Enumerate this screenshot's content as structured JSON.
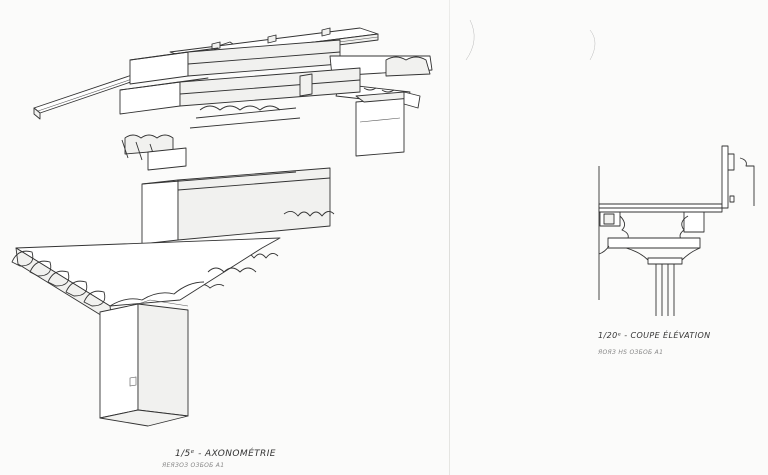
{
  "drawings": [
    {
      "caption": "1/5ᵉ - AXONOMÉTRIE",
      "reference": "ЯЕЯЗОЗ ОЗБОБ А1"
    },
    {
      "caption": "1/20ᵉ - COUPE ÉLÉVATION",
      "reference": "ЯОЯЗ НЅ ОЗБОБ А1"
    }
  ]
}
